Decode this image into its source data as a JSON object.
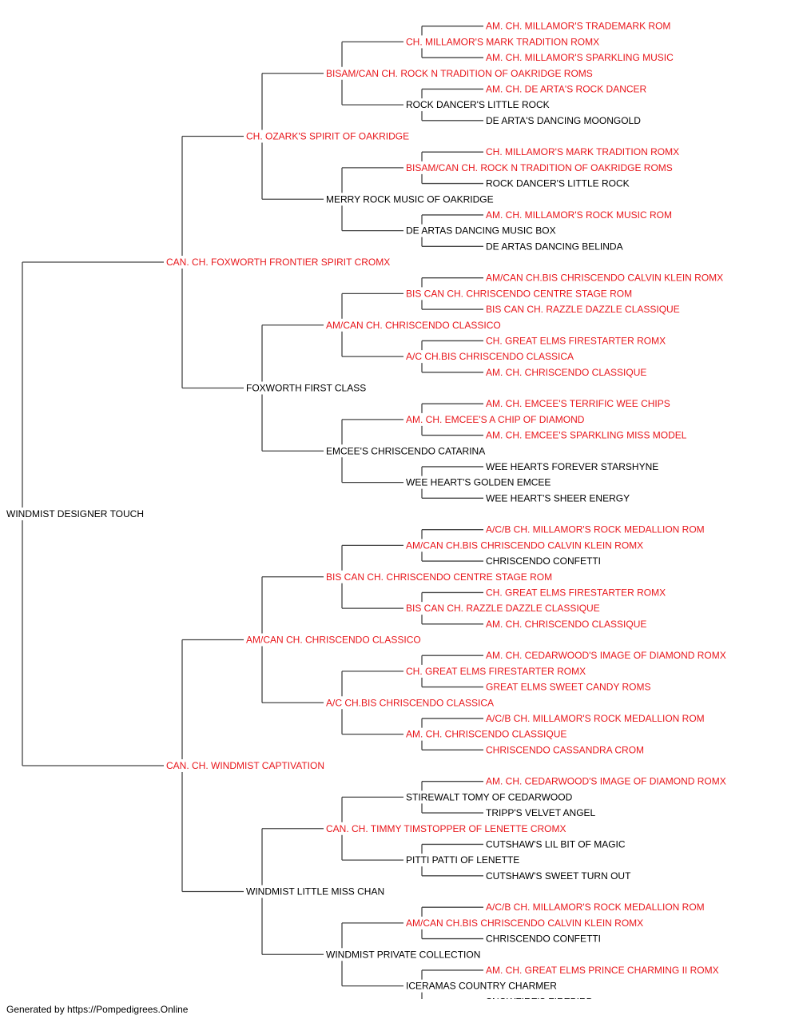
{
  "colors": {
    "titled": "#e8171c",
    "plain": "#000000",
    "connector": "#444444"
  },
  "pedigree": {
    "name": "WINDMIST DESIGNER TOUCH",
    "titled": false,
    "sire": {
      "name": "CAN. CH. FOXWORTH FRONTIER SPIRIT CROMX",
      "titled": true,
      "sire": {
        "name": "CH. OZARK'S SPIRIT OF OAKRIDGE",
        "titled": true,
        "sire": {
          "name": "BISAM/CAN CH. ROCK N TRADITION OF OAKRIDGE ROMS",
          "titled": true,
          "sire": {
            "name": "CH. MILLAMOR'S MARK TRADITION ROMX",
            "titled": true,
            "sire": {
              "name": "AM. CH. MILLAMOR'S TRADEMARK ROM",
              "titled": true
            },
            "dam": {
              "name": "AM. CH. MILLAMOR'S SPARKLING MUSIC",
              "titled": true
            }
          },
          "dam": {
            "name": "ROCK DANCER'S LITTLE ROCK",
            "titled": false,
            "sire": {
              "name": "AM. CH. DE ARTA'S ROCK DANCER",
              "titled": true
            },
            "dam": {
              "name": "DE ARTA'S DANCING MOONGOLD",
              "titled": false
            }
          }
        },
        "dam": {
          "name": "MERRY ROCK MUSIC OF OAKRIDGE",
          "titled": false,
          "sire": {
            "name": "BISAM/CAN CH. ROCK N TRADITION OF OAKRIDGE ROMS",
            "titled": true,
            "sire": {
              "name": "CH. MILLAMOR'S MARK TRADITION ROMX",
              "titled": true
            },
            "dam": {
              "name": "ROCK DANCER'S LITTLE ROCK",
              "titled": false
            }
          },
          "dam": {
            "name": "DE ARTAS DANCING MUSIC BOX",
            "titled": false,
            "sire": {
              "name": "AM. CH. MILLAMOR'S ROCK MUSIC ROM",
              "titled": true
            },
            "dam": {
              "name": "DE ARTAS DANCING BELINDA",
              "titled": false
            }
          }
        }
      },
      "dam": {
        "name": "FOXWORTH FIRST CLASS",
        "titled": false,
        "sire": {
          "name": "AM/CAN CH. CHRISCENDO CLASSICO",
          "titled": true,
          "sire": {
            "name": "BIS CAN CH. CHRISCENDO CENTRE STAGE ROM",
            "titled": true,
            "sire": {
              "name": "AM/CAN CH.BIS CHRISCENDO CALVIN KLEIN ROMX",
              "titled": true
            },
            "dam": {
              "name": "BIS CAN CH. RAZZLE DAZZLE CLASSIQUE",
              "titled": true
            }
          },
          "dam": {
            "name": "A/C CH.BIS CHRISCENDO CLASSICA",
            "titled": true,
            "sire": {
              "name": "CH. GREAT ELMS FIRESTARTER ROMX",
              "titled": true
            },
            "dam": {
              "name": "AM. CH. CHRISCENDO CLASSIQUE",
              "titled": true
            }
          }
        },
        "dam": {
          "name": "EMCEE'S CHRISCENDO CATARINA",
          "titled": false,
          "sire": {
            "name": "AM. CH. EMCEE'S A CHIP OF DIAMOND",
            "titled": true,
            "sire": {
              "name": "AM. CH. EMCEE'S TERRIFIC WEE CHIPS",
              "titled": true
            },
            "dam": {
              "name": "AM. CH. EMCEE'S SPARKLING MISS MODEL",
              "titled": true
            }
          },
          "dam": {
            "name": "WEE HEART'S GOLDEN EMCEE",
            "titled": false,
            "sire": {
              "name": "WEE HEARTS FOREVER STARSHYNE",
              "titled": false
            },
            "dam": {
              "name": "WEE HEART'S SHEER ENERGY",
              "titled": false
            }
          }
        }
      }
    },
    "dam": {
      "name": "CAN. CH. WINDMIST CAPTIVATION",
      "titled": true,
      "sire": {
        "name": "AM/CAN CH. CHRISCENDO CLASSICO",
        "titled": true,
        "sire": {
          "name": "BIS CAN CH. CHRISCENDO CENTRE STAGE ROM",
          "titled": true,
          "sire": {
            "name": "AM/CAN CH.BIS CHRISCENDO CALVIN KLEIN ROMX",
            "titled": true,
            "sire": {
              "name": "A/C/B CH. MILLAMOR'S ROCK MEDALLION ROM",
              "titled": true
            },
            "dam": {
              "name": "CHRISCENDO CONFETTI",
              "titled": false
            }
          },
          "dam": {
            "name": "BIS CAN CH. RAZZLE DAZZLE CLASSIQUE",
            "titled": true,
            "sire": {
              "name": "CH. GREAT ELMS FIRESTARTER ROMX",
              "titled": true
            },
            "dam": {
              "name": "AM. CH. CHRISCENDO CLASSIQUE",
              "titled": true
            }
          }
        },
        "dam": {
          "name": "A/C CH.BIS CHRISCENDO CLASSICA",
          "titled": true,
          "sire": {
            "name": "CH. GREAT ELMS FIRESTARTER ROMX",
            "titled": true,
            "sire": {
              "name": "AM. CH. CEDARWOOD'S IMAGE OF DIAMOND ROMX",
              "titled": true
            },
            "dam": {
              "name": "GREAT ELMS SWEET CANDY ROMS",
              "titled": true
            }
          },
          "dam": {
            "name": "AM. CH. CHRISCENDO CLASSIQUE",
            "titled": true,
            "sire": {
              "name": "A/C/B CH. MILLAMOR'S ROCK MEDALLION ROM",
              "titled": true
            },
            "dam": {
              "name": "CHRISCENDO CASSANDRA CROM",
              "titled": true
            }
          }
        }
      },
      "dam": {
        "name": "WINDMIST LITTLE MISS CHAN",
        "titled": false,
        "sire": {
          "name": "CAN. CH. TIMMY TIMSTOPPER OF LENETTE CROMX",
          "titled": true,
          "sire": {
            "name": "STIREWALT TOMY OF CEDARWOOD",
            "titled": false,
            "sire": {
              "name": "AM. CH. CEDARWOOD'S IMAGE OF DIAMOND ROMX",
              "titled": true
            },
            "dam": {
              "name": "TRIPP'S VELVET ANGEL",
              "titled": false
            }
          },
          "dam": {
            "name": "PITTI PATTI OF LENETTE",
            "titled": false,
            "sire": {
              "name": "CUTSHAW'S LIL BIT OF MAGIC",
              "titled": false
            },
            "dam": {
              "name": "CUTSHAW'S SWEET TURN OUT",
              "titled": false
            }
          }
        },
        "dam": {
          "name": "WINDMIST PRIVATE COLLECTION",
          "titled": false,
          "sire": {
            "name": "AM/CAN CH.BIS CHRISCENDO CALVIN KLEIN ROMX",
            "titled": true,
            "sire": {
              "name": "A/C/B CH. MILLAMOR'S ROCK MEDALLION ROM",
              "titled": true
            },
            "dam": {
              "name": "CHRISCENDO CONFETTI",
              "titled": false
            }
          },
          "dam": {
            "name": "ICERAMAS COUNTRY CHARMER",
            "titled": false,
            "sire": {
              "name": "AM. CH. GREAT ELMS PRINCE CHARMING II ROMX",
              "titled": true
            },
            "dam": {
              "name": "SNOWFIRE'S FIREBIRD",
              "titled": false
            }
          }
        }
      }
    }
  },
  "footer": {
    "text": "Generated by https://Pompedigrees.Online"
  }
}
